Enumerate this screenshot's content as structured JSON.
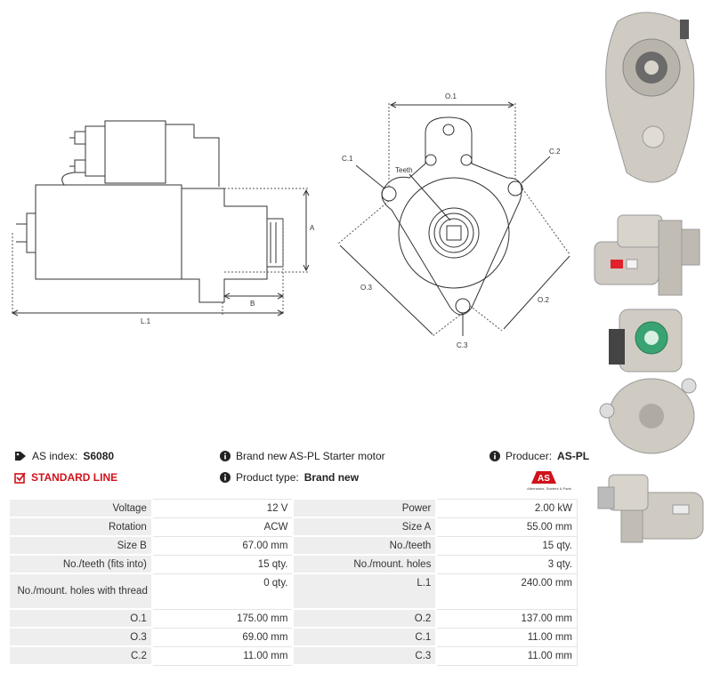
{
  "diagram_labels": {
    "A": "A",
    "B": "B",
    "L1": "L.1",
    "O1": "O.1",
    "O2": "O.2",
    "O3": "O.3",
    "C1": "C.1",
    "C2": "C.2",
    "C3": "C.3",
    "teeth": "Teeth"
  },
  "info": {
    "as_index_label": "AS index:",
    "as_index_value": "S6080",
    "line": "STANDARD LINE",
    "brand_text": "Brand new AS-PL Starter motor",
    "product_type_label": "Product type:",
    "product_type_value": "Brand new",
    "producer_label": "Producer:",
    "producer_value": "AS-PL",
    "logo_text": "AS",
    "logo_sub": "Alternators, Starters & Parts"
  },
  "specs": [
    {
      "l1": "Voltage",
      "v1": "12 V",
      "l2": "Power",
      "v2": "2.00 kW"
    },
    {
      "l1": "Rotation",
      "v1": "ACW",
      "l2": "Size A",
      "v2": "55.00 mm"
    },
    {
      "l1": "Size B",
      "v1": "67.00 mm",
      "l2": "No./teeth",
      "v2": "15 qty."
    },
    {
      "l1": "No./teeth (fits into)",
      "v1": "15 qty.",
      "l2": "No./mount. holes",
      "v2": "3 qty."
    },
    {
      "l1": "No./mount. holes with thread",
      "v1": "0 qty.",
      "l2": "L.1",
      "v2": "240.00 mm"
    },
    {
      "l1": "O.1",
      "v1": "175.00 mm",
      "l2": "O.2",
      "v2": "137.00 mm"
    },
    {
      "l1": "O.3",
      "v1": "69.00 mm",
      "l2": "C.1",
      "v2": "11.00 mm"
    },
    {
      "l1": "C.2",
      "v1": "11.00 mm",
      "l2": "C.3",
      "v2": "11.00 mm"
    }
  ],
  "colors": {
    "accent": "#d0121a",
    "cell_bg": "#eeeeee"
  }
}
